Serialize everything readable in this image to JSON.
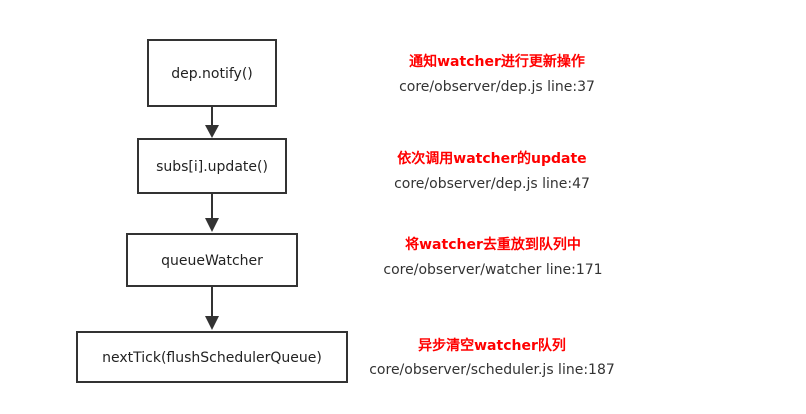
{
  "flow": {
    "steps": [
      {
        "label": "dep.notify()",
        "note_title": "通知watcher进行更新操作",
        "note_sub": "core/observer/dep.js  line:37"
      },
      {
        "label": "subs[i].update()",
        "note_title": "依次调用watcher的update",
        "note_sub": "core/observer/dep.js  line:47"
      },
      {
        "label": "queueWatcher",
        "note_title": "将watcher去重放到队列中",
        "note_sub": "core/observer/watcher  line:171"
      },
      {
        "label": "nextTick(flushSchedulerQueue)",
        "note_title": "异步清空watcher队列",
        "note_sub": "core/observer/scheduler.js  line:187"
      }
    ]
  },
  "colors": {
    "box_border": "#333333",
    "arrow": "#333333",
    "note_title": "#ff0000",
    "note_sub": "#333333"
  },
  "icons": [
    "arrow-down-icon"
  ]
}
